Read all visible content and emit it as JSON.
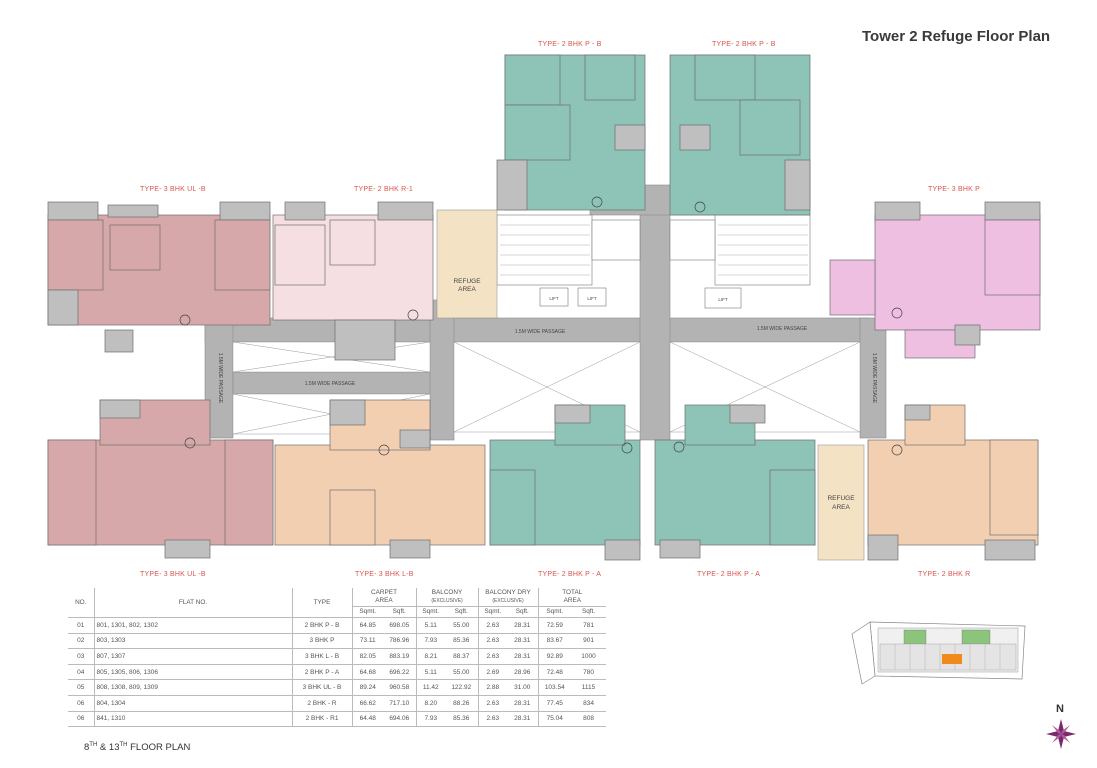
{
  "title": "Tower 2 Refuge Floor Plan",
  "floor_caption_main": "8",
  "floor_caption_sup": "TH",
  "floor_caption_mid": " & 13",
  "floor_caption_sup2": "TH",
  "floor_caption_end": " FLOOR PLAN",
  "north_label": "N",
  "type_labels": {
    "top_left_p_b": "TYPE- 2 BHK  P - B",
    "top_right_p_b": "TYPE- 2 BHK  P - B",
    "ul_b_top": "TYPE- 3 BHK UL -B",
    "r1_top": "TYPE- 2 BHK R-1",
    "p_top": "TYPE- 3 BHK P",
    "ul_b_bottom": "TYPE- 3 BHK UL -B",
    "l_b_bottom": "TYPE- 3 BHK L-B",
    "p_a_bottom_1": "TYPE- 2 BHK  P - A",
    "p_a_bottom_2": "TYPE- 2 BHK  P - A",
    "r_bottom": "TYPE- 2 BHK R"
  },
  "plan_labels": {
    "refuge_top": "REFUGE",
    "refuge_top_2": "AREA",
    "refuge_bottom": "REFUGE",
    "refuge_bottom_2": "AREA",
    "lift": "LIFT",
    "passage_1": "1.5M WIDE PASSAGE",
    "passage_2": "1.5M WIDE PASSAGE",
    "passage_3": "1.5M WIDE PASSAGE",
    "passage_4": "1.5M WIDE PASSAGE",
    "passage_5": "1.5M WIDE PASSAGE"
  },
  "colors": {
    "teal": "#8ec3b7",
    "rose": "#d7a8aa",
    "pink": "#eebfe0",
    "peach": "#f3cfb1",
    "refuge": "#f4e2c4",
    "grey": "#bfbfbf",
    "passage": "#b3b3b3"
  },
  "table": {
    "headers": {
      "no": "NO.",
      "flat_no": "FLAT NO.",
      "type": "TYPE",
      "carpet": "CARPET",
      "carpet_2": "AREA",
      "balcony": "BALCONY",
      "balcony_sub": "(EXCLUSIVE)",
      "balcony_dry": "BALCONY DRY",
      "balcony_dry_sub": "(EXCLUSIVE)",
      "total": "TOTAL",
      "total_2": "AREA",
      "sqmt": "Sqmt.",
      "sqft": "Sqft."
    },
    "rows": [
      {
        "no": "01",
        "flat": "801, 1301, 802, 1302",
        "type": "2 BHK P - B",
        "c_m": "64.85",
        "c_f": "698.05",
        "b_m": "5.11",
        "b_f": "55.00",
        "d_m": "2.63",
        "d_f": "28.31",
        "t_m": "72.59",
        "t_f": "781"
      },
      {
        "no": "02",
        "flat": "803, 1303",
        "type": "3 BHK P",
        "c_m": "73.11",
        "c_f": "786.96",
        "b_m": "7.93",
        "b_f": "85.36",
        "d_m": "2.63",
        "d_f": "28.31",
        "t_m": "83.67",
        "t_f": "901"
      },
      {
        "no": "03",
        "flat": "807, 1307",
        "type": "3 BHK L - B",
        "c_m": "82.05",
        "c_f": "883.19",
        "b_m": "8.21",
        "b_f": "88.37",
        "d_m": "2.63",
        "d_f": "28.31",
        "t_m": "92.89",
        "t_f": "1000"
      },
      {
        "no": "04",
        "flat": "805, 1305, 806, 1306",
        "type": "2 BHK P - A",
        "c_m": "64.68",
        "c_f": "696.22",
        "b_m": "5.11",
        "b_f": "55.00",
        "d_m": "2.69",
        "d_f": "28.96",
        "t_m": "72.48",
        "t_f": "780"
      },
      {
        "no": "05",
        "flat": "808, 1308, 809, 1309",
        "type": "3 BHK UL - B",
        "c_m": "89.24",
        "c_f": "960.58",
        "b_m": "11.42",
        "b_f": "122.92",
        "d_m": "2.88",
        "d_f": "31.00",
        "t_m": "103.54",
        "t_f": "1115"
      },
      {
        "no": "06",
        "flat": "804, 1304",
        "type": "2 BHK - R",
        "c_m": "66.62",
        "c_f": "717.10",
        "b_m": "8.20",
        "b_f": "88.26",
        "d_m": "2.63",
        "d_f": "28.31",
        "t_m": "77.45",
        "t_f": "834"
      },
      {
        "no": "06",
        "flat": "841, 1310",
        "type": "2 BHK - R1",
        "c_m": "64.48",
        "c_f": "694.06",
        "b_m": "7.93",
        "b_f": "85.36",
        "d_m": "2.63",
        "d_f": "28.31",
        "t_m": "75.04",
        "t_f": "808"
      }
    ]
  }
}
